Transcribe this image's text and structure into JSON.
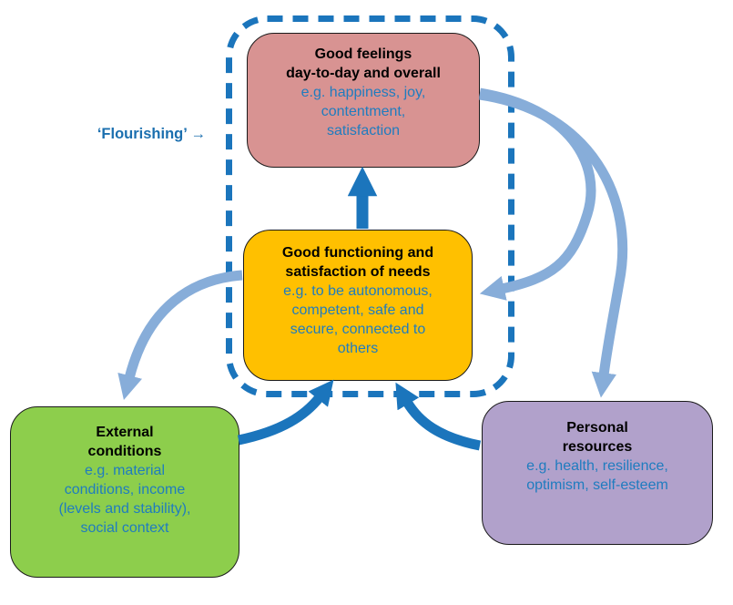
{
  "flourishing": {
    "label": "‘Flourishing’ →"
  },
  "boxes": {
    "good_feelings": {
      "heading": "Good feelings\nday-to-day and overall",
      "examples": "e.g. happiness, joy,\ncontentment,\nsatisfaction",
      "color": "#D89392"
    },
    "good_functioning": {
      "heading": "Good functioning and\nsatisfaction of needs",
      "examples": "e.g. to be autonomous,\ncompetent, safe and\nsecure, connected to\nothers",
      "color": "#FFC000"
    },
    "external_conditions": {
      "heading": "External\nconditions",
      "examples": "e.g. material\nconditions, income\n(levels and stability),\nsocial context",
      "color": "#8DCE4C"
    },
    "personal_resources": {
      "heading": "Personal\nresources",
      "examples": "e.g. health, resilience,\noptimism, self-esteem",
      "color": "#B1A1CB"
    }
  },
  "flourishing_zone": {
    "contains": [
      "good_feelings",
      "good_functioning"
    ],
    "border_style": "dashed",
    "color": "#1B75BC"
  },
  "arrows": [
    {
      "id": "functioning-to-feelings",
      "from": "good_functioning",
      "to": "good_feelings",
      "style": "straight",
      "color": "#1B75BC"
    },
    {
      "id": "feelings-to-functioning",
      "from": "good_feelings",
      "to": "good_functioning",
      "style": "curved",
      "color": "#87ADD9"
    },
    {
      "id": "feelings-to-personal-resources",
      "from": "good_feelings",
      "to": "personal_resources",
      "style": "curved",
      "color": "#87ADD9"
    },
    {
      "id": "functioning-to-external-conditions",
      "from": "good_functioning",
      "to": "external_conditions",
      "style": "curved",
      "color": "#87ADD9"
    },
    {
      "id": "external-conditions-to-functioning",
      "from": "external_conditions",
      "to": "good_functioning",
      "style": "curved",
      "color": "#1B75BC"
    },
    {
      "id": "personal-resources-to-functioning",
      "from": "personal_resources",
      "to": "good_functioning",
      "style": "curved",
      "color": "#1B75BC"
    }
  ],
  "palette": {
    "dark_blue": "#1B75BC",
    "light_blue": "#87ADD9",
    "body_text_blue": "#1F7CBF",
    "heading_black": "#000000"
  }
}
